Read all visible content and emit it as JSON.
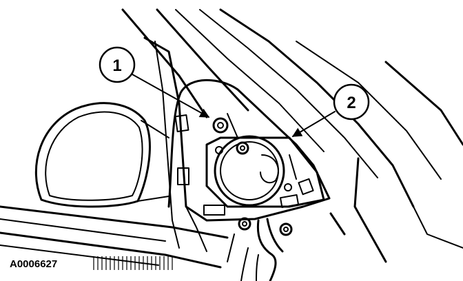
{
  "figure": {
    "id": "A0006627",
    "callouts": [
      {
        "number": "1"
      },
      {
        "number": "2"
      }
    ]
  }
}
